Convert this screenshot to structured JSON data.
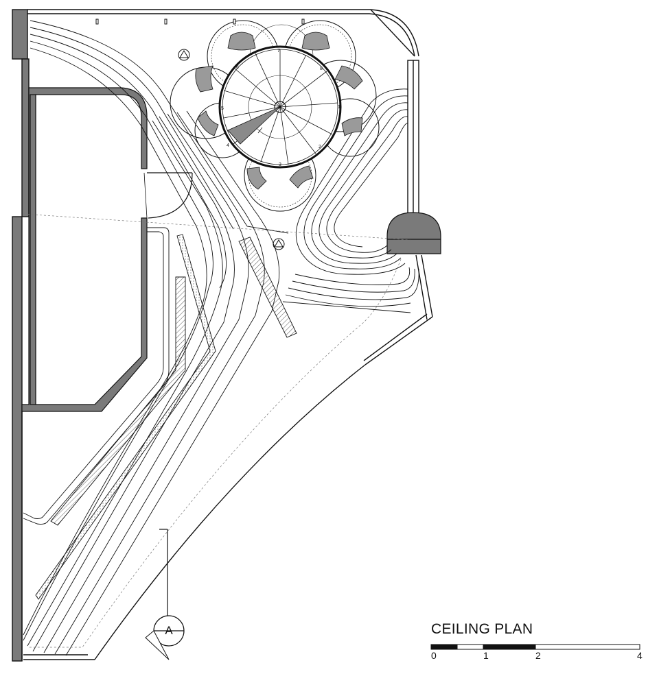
{
  "drawing": {
    "title": "CEILING PLAN",
    "section_marker": "A",
    "scale_bar": {
      "labels": [
        "0",
        "1",
        "2",
        "4"
      ]
    },
    "stair_numbers": [
      "1",
      "2",
      "3",
      "4",
      "5",
      "6",
      "7",
      "8"
    ]
  },
  "colors": {
    "line": "#111111",
    "wall_fill": "#7a7a7a",
    "seat_fill": "#9a9a9a",
    "hatch": "#555555"
  },
  "icons": [
    "triangle-circle-icon",
    "section-marker-icon",
    "compass-arc-icon"
  ]
}
